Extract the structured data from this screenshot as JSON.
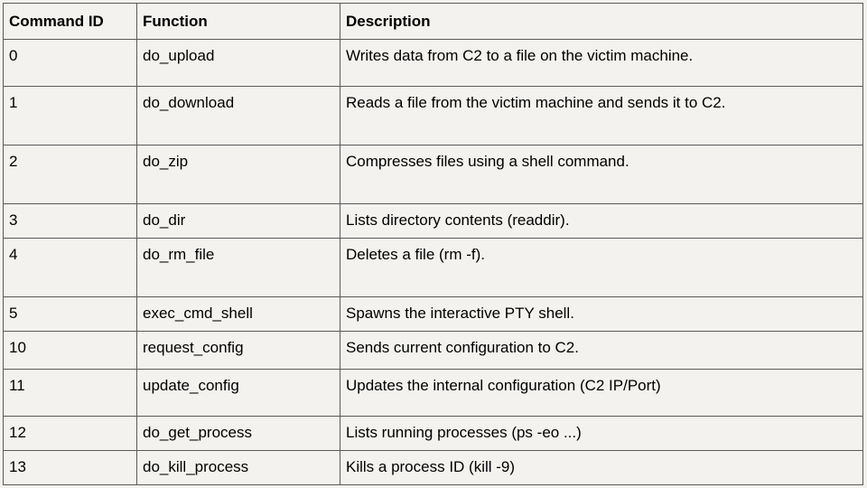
{
  "table": {
    "headers": [
      "Command ID",
      "Function",
      "Description"
    ],
    "rows": [
      {
        "id": "0",
        "function": "do_upload",
        "description": "Writes data from C2 to a file on the victim machine."
      },
      {
        "id": "1",
        "function": "do_download",
        "description": "Reads a file from the victim machine and sends it to C2."
      },
      {
        "id": "2",
        "function": "do_zip",
        "description": "Compresses files using a shell command."
      },
      {
        "id": "3",
        "function": "do_dir",
        "description": "Lists directory contents (readdir)."
      },
      {
        "id": "4",
        "function": "do_rm_file",
        "description": "Deletes a file (rm -f)."
      },
      {
        "id": "5",
        "function": "exec_cmd_shell",
        "description": "Spawns the interactive PTY shell."
      },
      {
        "id": "10",
        "function": "request_config",
        "description": "Sends current configuration to C2."
      },
      {
        "id": "11",
        "function": "update_config",
        "description": "Updates the internal configuration (C2 IP/Port)"
      },
      {
        "id": "12",
        "function": "do_get_process",
        "description": "Lists running processes (ps -eo ...)"
      },
      {
        "id": "13",
        "function": "do_kill_process",
        "description": "Kills a process ID (kill -9)"
      }
    ]
  }
}
